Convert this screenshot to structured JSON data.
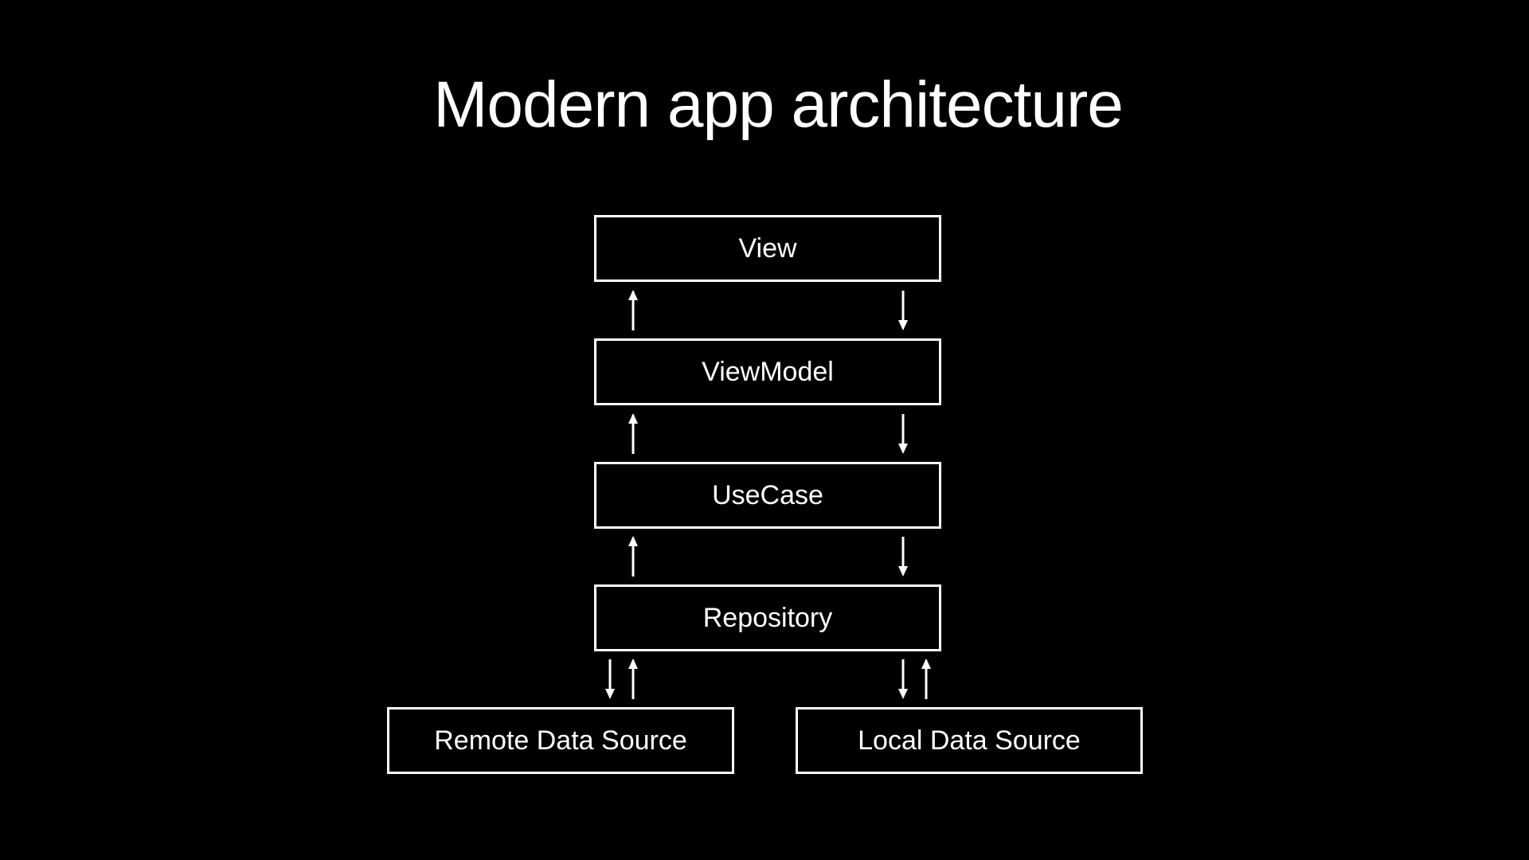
{
  "title": "Modern app architecture",
  "colors": {
    "background": "#000000",
    "foreground": "#ffffff"
  },
  "nodes": {
    "view": "View",
    "viewmodel": "ViewModel",
    "usecase": "UseCase",
    "repository": "Repository",
    "remote": "Remote Data Source",
    "local": "Local Data Source"
  }
}
